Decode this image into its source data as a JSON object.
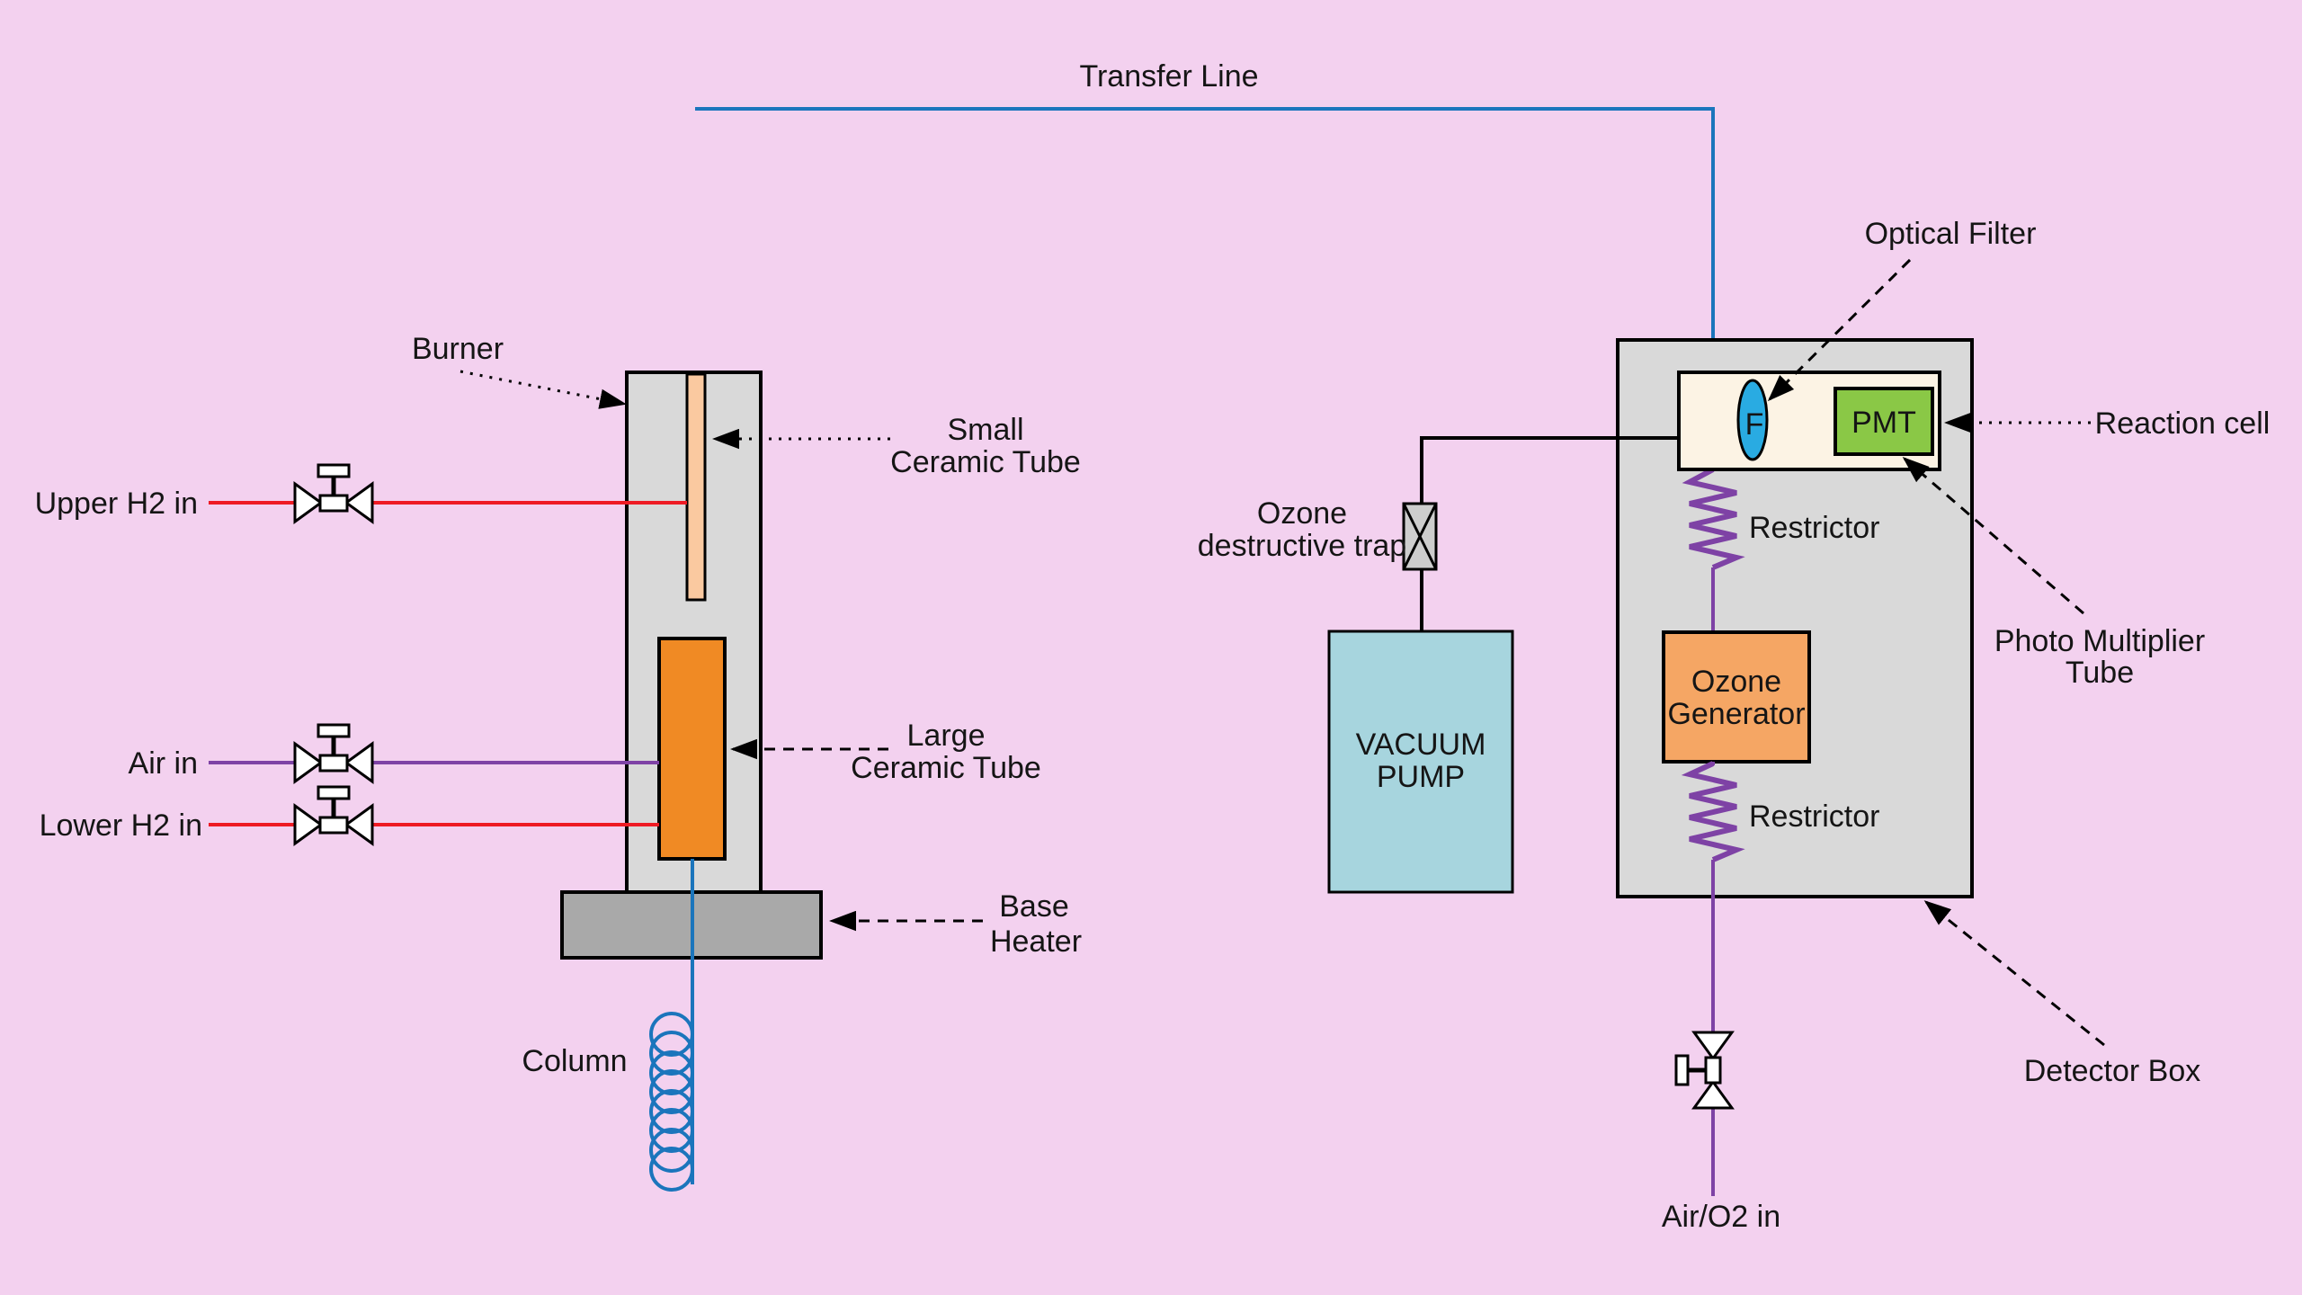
{
  "colors": {
    "background": "#F3D1EF",
    "box_gray": "#D9D9D9",
    "base_heater_gray": "#A9A9A9",
    "trap_gray": "#CDCDCD",
    "small_tube_peach": "#FAC9A0",
    "large_tube_orange": "#F08A24",
    "pump_blue": "#A7D5DE",
    "generator_orange": "#F5A664",
    "reaction_cell_cream": "#FCF3E4",
    "pmt_green": "#8AC846",
    "filter_blue": "#29ABE2",
    "line_blue": "#1B75BC",
    "line_red": "#EE1B24",
    "line_purple": "#7E42A5",
    "line_black": "#000000"
  },
  "labels": {
    "transfer_line": "Transfer Line",
    "burner": "Burner",
    "small_ceramic_tube": [
      "Small",
      "Ceramic Tube"
    ],
    "upper_h2_in": "Upper H2 in",
    "air_in": "Air in",
    "lower_h2_in": "Lower H2 in",
    "large_ceramic_tube": [
      "Large",
      "Ceramic Tube"
    ],
    "base_heater": [
      "Base",
      "Heater"
    ],
    "column": "Column",
    "ozone_destructive_trap": [
      "Ozone",
      "destructive trap"
    ],
    "vacuum_pump": [
      "VACUUM",
      "PUMP"
    ],
    "ozone_generator": [
      "Ozone",
      "Generator"
    ],
    "restrictor_upper": "Restrictor",
    "restrictor_lower": "Restrictor",
    "optical_filter": "Optical Filter",
    "reaction_cell": "Reaction cell",
    "pmt": "PMT",
    "optical_filter_symbol": "F",
    "photo_multiplier_tube": [
      "Photo Multiplier",
      "Tube"
    ],
    "detector_box": "Detector Box",
    "air_o2_in": "Air/O2 in"
  }
}
